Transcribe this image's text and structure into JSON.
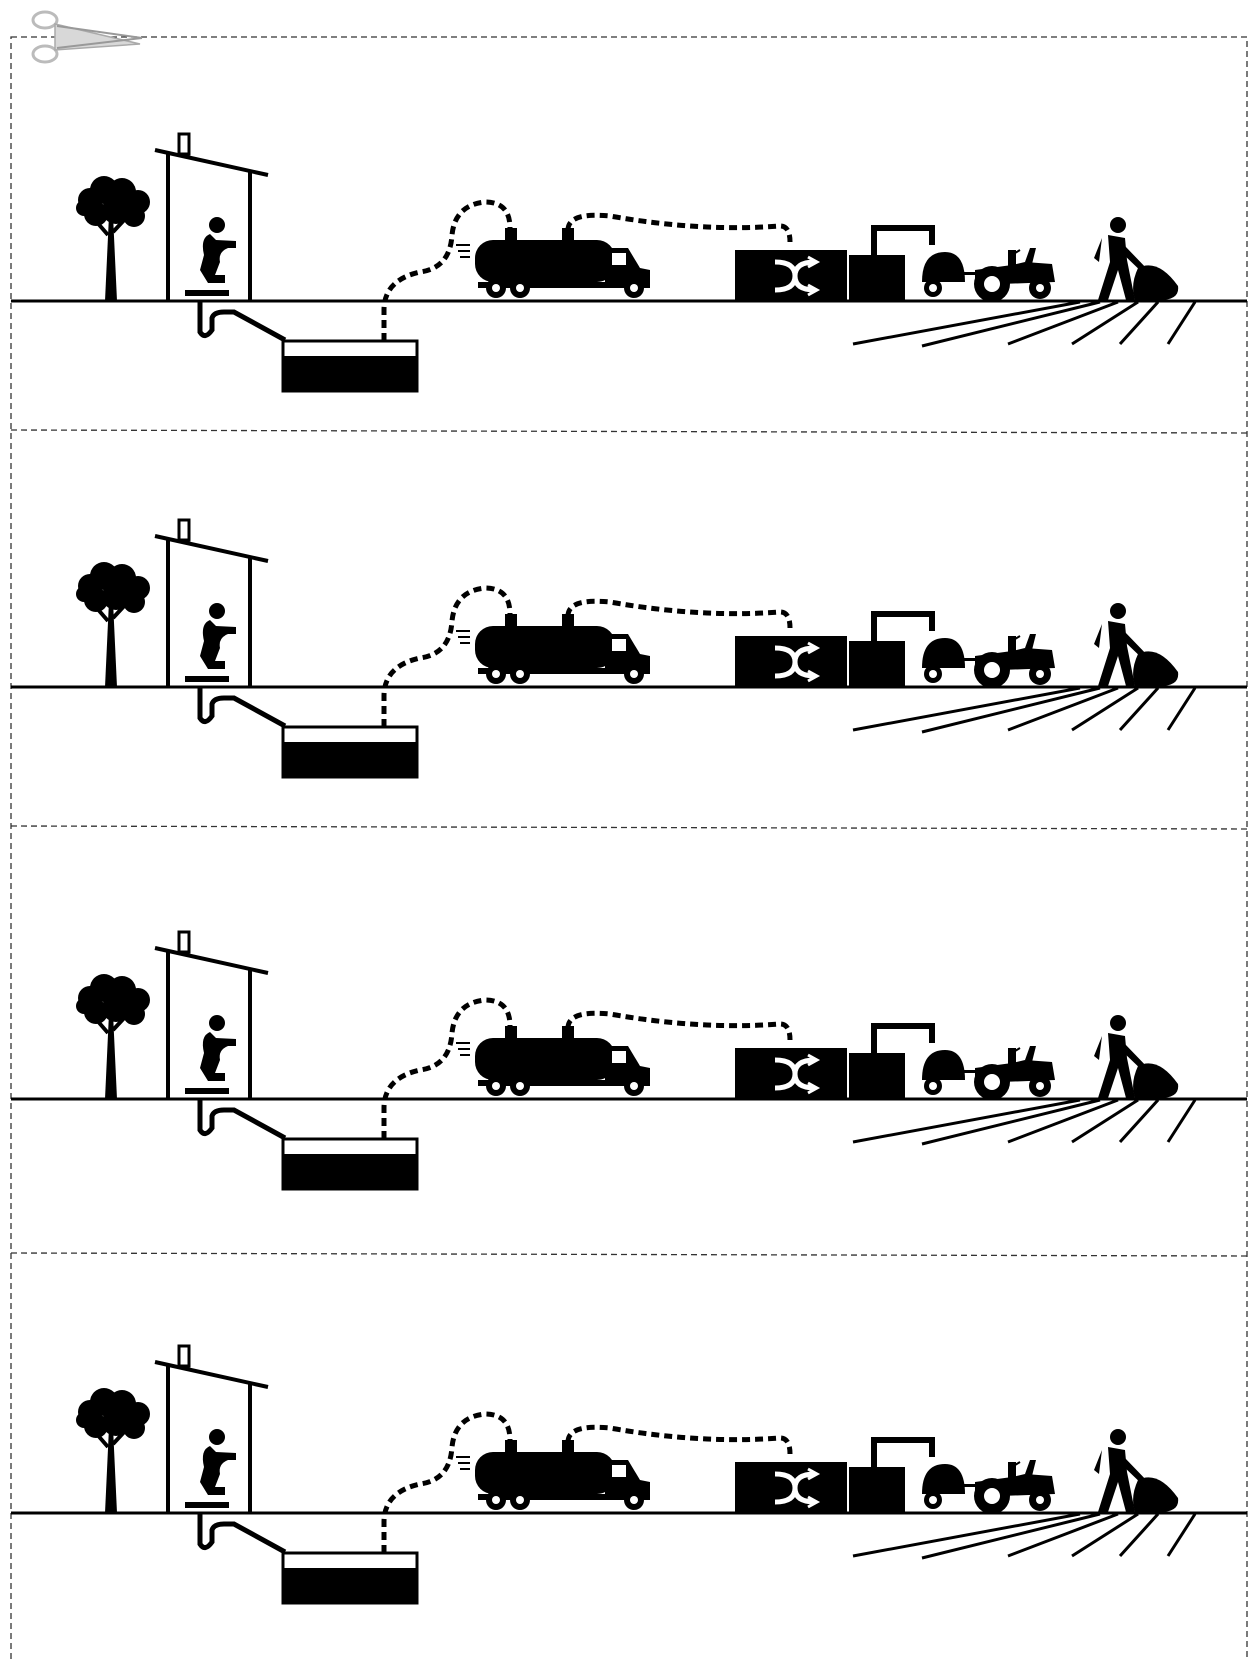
{
  "sheet": {
    "cut_marker_icon": "scissors-icon",
    "ink_color": "#000000",
    "paper_color": "#ffffff",
    "cut_line_color": "#333333"
  },
  "strips": [
    {
      "id": "strip-1"
    },
    {
      "id": "strip-2"
    },
    {
      "id": "strip-3"
    },
    {
      "id": "strip-4"
    }
  ],
  "scene": {
    "elements": [
      "tree-icon",
      "latrine-house-icon",
      "squatting-person-icon",
      "pit-tank-icon",
      "suction-hose",
      "vacuum-truck-icon",
      "treatment-plant-icon",
      "tractor-trailer-icon",
      "farmer-spreading-icon",
      "field-furrows"
    ]
  }
}
